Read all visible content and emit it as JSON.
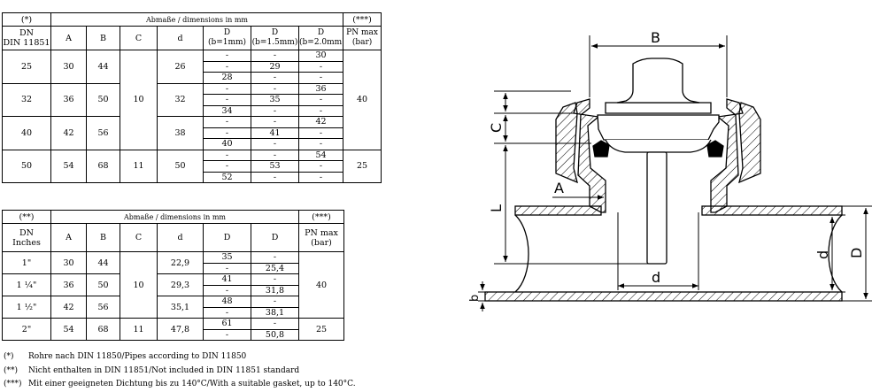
{
  "table1": {
    "note_marker": "(*)",
    "title": "Abmaße / dimensions in mm",
    "pn_marker": "(***)",
    "headers": [
      "DN\nDIN 11851",
      "A",
      "B",
      "C",
      "d",
      "D\n(b=1mm)",
      "D\n(b=1.5mm)",
      "D\n(b=2.0mm)",
      "PN max\n(bar)"
    ],
    "groups": [
      {
        "dn": "25",
        "a": "30",
        "b": "44",
        "d": "26",
        "rows": [
          [
            "-",
            "-",
            "30"
          ],
          [
            "-",
            "29",
            "-"
          ],
          [
            "28",
            "-",
            "-"
          ]
        ]
      },
      {
        "dn": "32",
        "a": "36",
        "b": "50",
        "d": "32",
        "rows": [
          [
            "-",
            "-",
            "36"
          ],
          [
            "-",
            "35",
            "-"
          ],
          [
            "34",
            "-",
            "-"
          ]
        ]
      },
      {
        "dn": "40",
        "a": "42",
        "b": "56",
        "d": "38",
        "rows": [
          [
            "-",
            "-",
            "42"
          ],
          [
            "-",
            "41",
            "-"
          ],
          [
            "40",
            "-",
            "-"
          ]
        ]
      },
      {
        "dn": "50",
        "a": "54",
        "b": "68",
        "d": "50",
        "rows": [
          [
            "-",
            "-",
            "54"
          ],
          [
            "-",
            "53",
            "-"
          ],
          [
            "52",
            "-",
            "-"
          ]
        ]
      }
    ],
    "c_values": [
      "10",
      "11"
    ],
    "pn_values": [
      "40",
      "25"
    ]
  },
  "table2": {
    "note_marker": "(**)",
    "title": "Abmaße / dimensions in mm",
    "pn_marker": "(***)",
    "headers": [
      "DN\nInches",
      "A",
      "B",
      "C",
      "d",
      "D",
      "D",
      "PN max\n(bar)"
    ],
    "groups": [
      {
        "dn": "1\"",
        "a": "30",
        "b": "44",
        "d": "22,9",
        "rows": [
          [
            "35",
            "-"
          ],
          [
            "-",
            "25,4"
          ]
        ]
      },
      {
        "dn": "1 ¼\"",
        "a": "36",
        "b": "50",
        "d": "29,3",
        "rows": [
          [
            "41",
            "-"
          ],
          [
            "-",
            "31,8"
          ]
        ]
      },
      {
        "dn": "1 ½\"",
        "a": "42",
        "b": "56",
        "d": "35,1",
        "rows": [
          [
            "48",
            "-"
          ],
          [
            "-",
            "38,1"
          ]
        ]
      },
      {
        "dn": "2\"",
        "a": "54",
        "b": "68",
        "d": "47,8",
        "rows": [
          [
            "61",
            "-"
          ],
          [
            "-",
            "50,8"
          ]
        ]
      }
    ],
    "c_values": [
      "10",
      "11"
    ],
    "pn_values": [
      "40",
      "25"
    ]
  },
  "notes": [
    {
      "key": "(*)",
      "text": "Rohre nach DIN 11850/Pipes according to DIN 11850"
    },
    {
      "key": "(**)",
      "text": "Nicht enthalten in DIN 11851/Not included in DIN 11851 standard"
    },
    {
      "key": "(***)",
      "text": "Mit einer geeigneten Dichtung bis zu 140°C/With a suitable gasket, up to 140°C."
    }
  ],
  "drawing": {
    "labels": {
      "B": "B",
      "C": "C",
      "L": "L",
      "A": "A",
      "d_inner": "d",
      "d_side": "d",
      "D": "D",
      "b": "b"
    }
  }
}
